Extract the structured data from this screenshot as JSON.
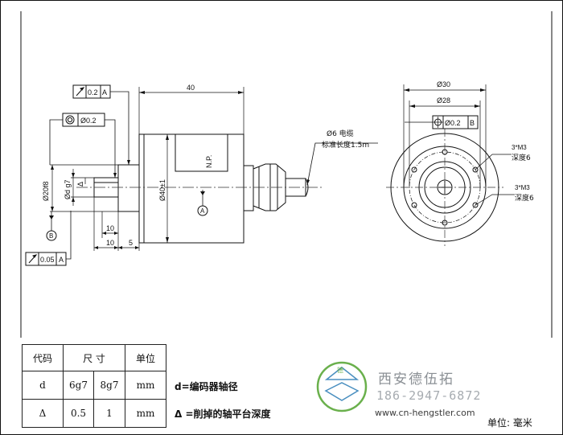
{
  "side_view": {
    "runout_box": {
      "icon": "circular-runout-symbol",
      "value": "0.2",
      "datum": "A"
    },
    "coaxiality_box": {
      "icon": "coaxiality-symbol",
      "value": "Ø0.2"
    },
    "overall_length": "40",
    "shaft_diameter": "Ø20f8",
    "shaft_d": "Ød g7",
    "flat_symbol": "Δ",
    "body_diameter": "Ø40±1",
    "len_10a": "10",
    "len_10b": "10",
    "len_5": "5",
    "face_runout_box": {
      "icon": "circular-runout-symbol",
      "value": "0.05",
      "datum": "A"
    },
    "datum_a": "A",
    "datum_b": "B",
    "np_label": "N.P.",
    "cable_label": "Ø6 电缆",
    "cable_length": "标准长度1.5m"
  },
  "front_view": {
    "dia_30": "Ø30",
    "dia_28": "Ø28",
    "position_box": {
      "icon": "position-symbol",
      "value": "Ø0.2",
      "datum": "B"
    },
    "holes_1": "3*M3",
    "depth_1": "深度6",
    "holes_2": "3*M3",
    "depth_2": "深度6"
  },
  "table": {
    "headers": [
      "代码",
      "尺  寸",
      "单位"
    ],
    "rows": [
      {
        "code": "d",
        "v1": "6g7",
        "v2": "8g7",
        "unit": "mm"
      },
      {
        "code": "Δ",
        "v1": "0.5",
        "v2": "1",
        "unit": "mm"
      }
    ]
  },
  "legend": {
    "line1": "d=编码器轴径",
    "line2": "Δ =削掉的轴平台深度"
  },
  "brand": {
    "name": "西安德伍拓",
    "phone": "186-2947-6872",
    "url": "www.cn-hengstler.com",
    "logo_text": "德伍拓"
  },
  "unit_label": "单位: 毫米",
  "colors": {
    "line": "#111111",
    "center_line": "#333333",
    "watermark": "#9aa0a5",
    "logo_green": "#6ab04c"
  }
}
